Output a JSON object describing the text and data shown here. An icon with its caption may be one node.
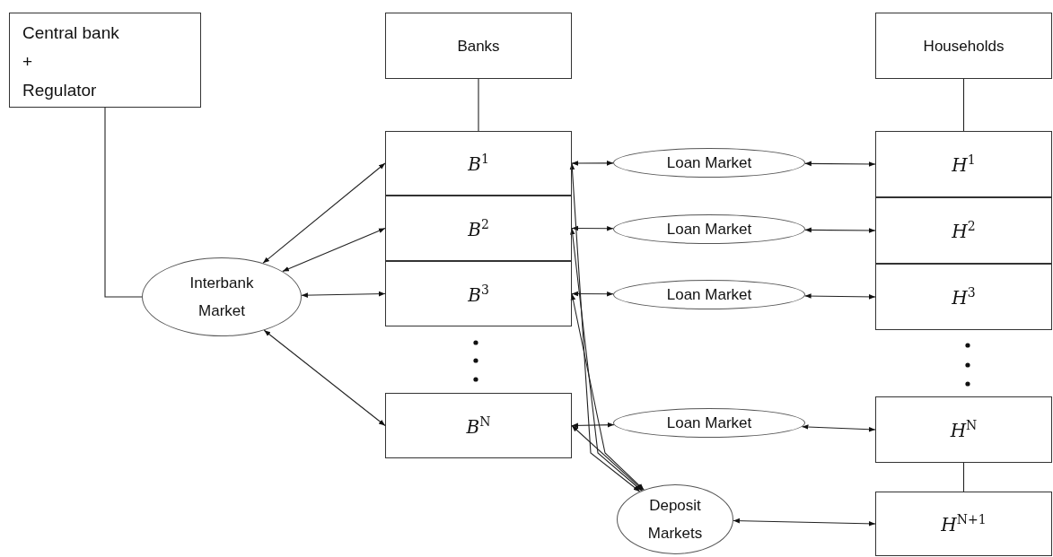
{
  "diagram": {
    "nodes": [
      {
        "text": [
          "Central bank",
          "+",
          "Regulator"
        ]
      },
      {
        "text": [
          "Banks"
        ]
      },
      {
        "text": [
          "Households"
        ]
      },
      {
        "text": [
          "B$^{1}$"
        ]
      },
      {
        "text": [
          "B$^{2}$"
        ]
      },
      {
        "text": [
          "B$^{3}$"
        ]
      },
      {
        "text": [
          "B$^{N}$"
        ]
      },
      {
        "text": [
          "Interbank Market"
        ]
      },
      {
        "text": [
          "Loan Market"
        ]
      },
      {
        "text": [
          "Loan Market"
        ]
      },
      {
        "text": [
          "Loan Market"
        ]
      },
      {
        "text": [
          "Loan Market"
        ]
      },
      {
        "text": [
          "H$^{1}$"
        ]
      },
      {
        "text": [
          "H$^{2}$"
        ]
      },
      {
        "text": [
          "H$^{3}$"
        ]
      },
      {
        "text": [
          "H$^{N}$"
        ]
      },
      {
        "text": [
          "H$^{N+1}$"
        ]
      },
      {
        "text": [
          "Deposit Markets"
        ]
      }
    ],
    "edges": [
      {
        "from": 0,
        "to": 7,
        "arrow": "none"
      },
      {
        "from": 1,
        "to": 3,
        "arrow": "none"
      },
      {
        "from": 2,
        "to": 12,
        "arrow": "none"
      },
      {
        "from": 15,
        "to": 16,
        "arrow": "none"
      },
      {
        "from": 7,
        "to": 3,
        "arrow": "both"
      },
      {
        "from": 7,
        "to": 4,
        "arrow": "both"
      },
      {
        "from": 7,
        "to": 5,
        "arrow": "both"
      },
      {
        "from": 7,
        "to": 6,
        "arrow": "both"
      },
      {
        "from": 3,
        "to": 8,
        "arrow": "both"
      },
      {
        "from": 8,
        "to": 12,
        "arrow": "both"
      },
      {
        "from": 4,
        "to": 9,
        "arrow": "both"
      },
      {
        "from": 9,
        "to": 13,
        "arrow": "both"
      },
      {
        "from": 5,
        "to": 10,
        "arrow": "both"
      },
      {
        "from": 10,
        "to": 14,
        "arrow": "both"
      },
      {
        "from": 6,
        "to": 11,
        "arrow": "both"
      },
      {
        "from": 11,
        "to": 15,
        "arrow": "both"
      },
      {
        "from": 3,
        "to": 17,
        "arrow": "both"
      },
      {
        "from": 4,
        "to": 17,
        "arrow": "both"
      },
      {
        "from": 5,
        "to": 17,
        "arrow": "both"
      },
      {
        "from": 6,
        "to": 17,
        "arrow": "both"
      },
      {
        "from": 17,
        "to": 16,
        "arrow": "both"
      }
    ]
  }
}
